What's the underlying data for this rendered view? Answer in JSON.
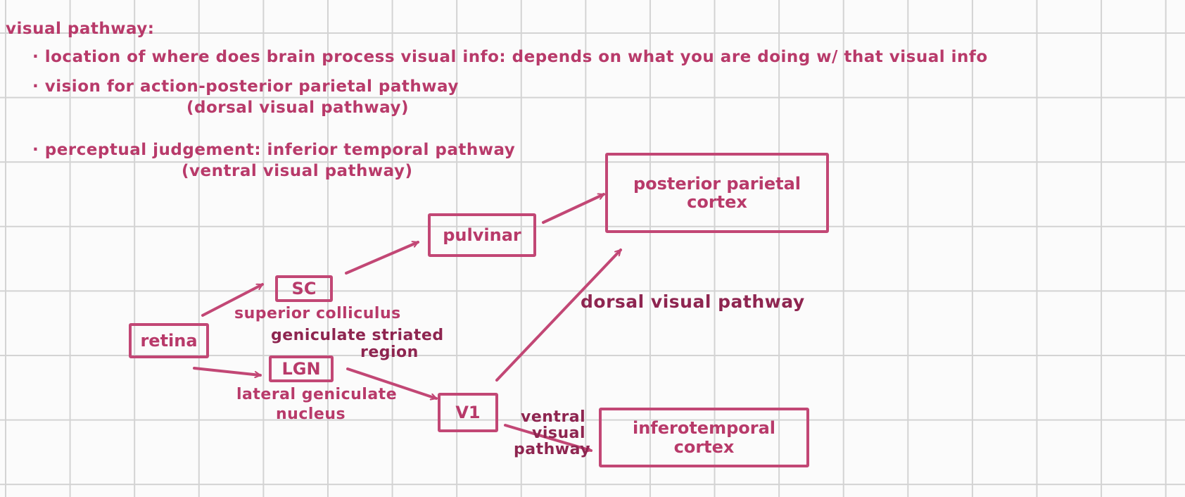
{
  "notes": {
    "heading": "visual pathway:",
    "bullet1": "· location of where does brain process visual info: depends on what you are doing w/ that visual info",
    "bullet2_line1": "· vision for action-posterior parietal pathway",
    "bullet2_line2": "(dorsal visual pathway)",
    "bullet3_line1": "· perceptual judgement: inferior temporal pathway",
    "bullet3_line2": "(ventral visual pathway)"
  },
  "nodes": {
    "retina": "retina",
    "sc": "SC",
    "sc_caption": "superior colliculus",
    "lgn": "LGN",
    "lgn_caption_line1": "lateral geniculate",
    "lgn_caption_line2": "nucleus",
    "geniculate_line1": "geniculate striated",
    "geniculate_line2": "region",
    "pulvinar": "pulvinar",
    "v1": "V1",
    "ppc_line1": "posterior parietal",
    "ppc_line2": "cortex",
    "itc": "inferotemporal cortex"
  },
  "labels": {
    "dorsal": "dorsal visual pathway",
    "ventral_line1": "ventral",
    "ventral_line2": "visual",
    "ventral_line3": "pathway"
  },
  "colors": {
    "ink": "#b83a6a",
    "ink_dark": "#8e2550",
    "grid": "#d3d3d3",
    "paper": "#fbfbfb"
  }
}
